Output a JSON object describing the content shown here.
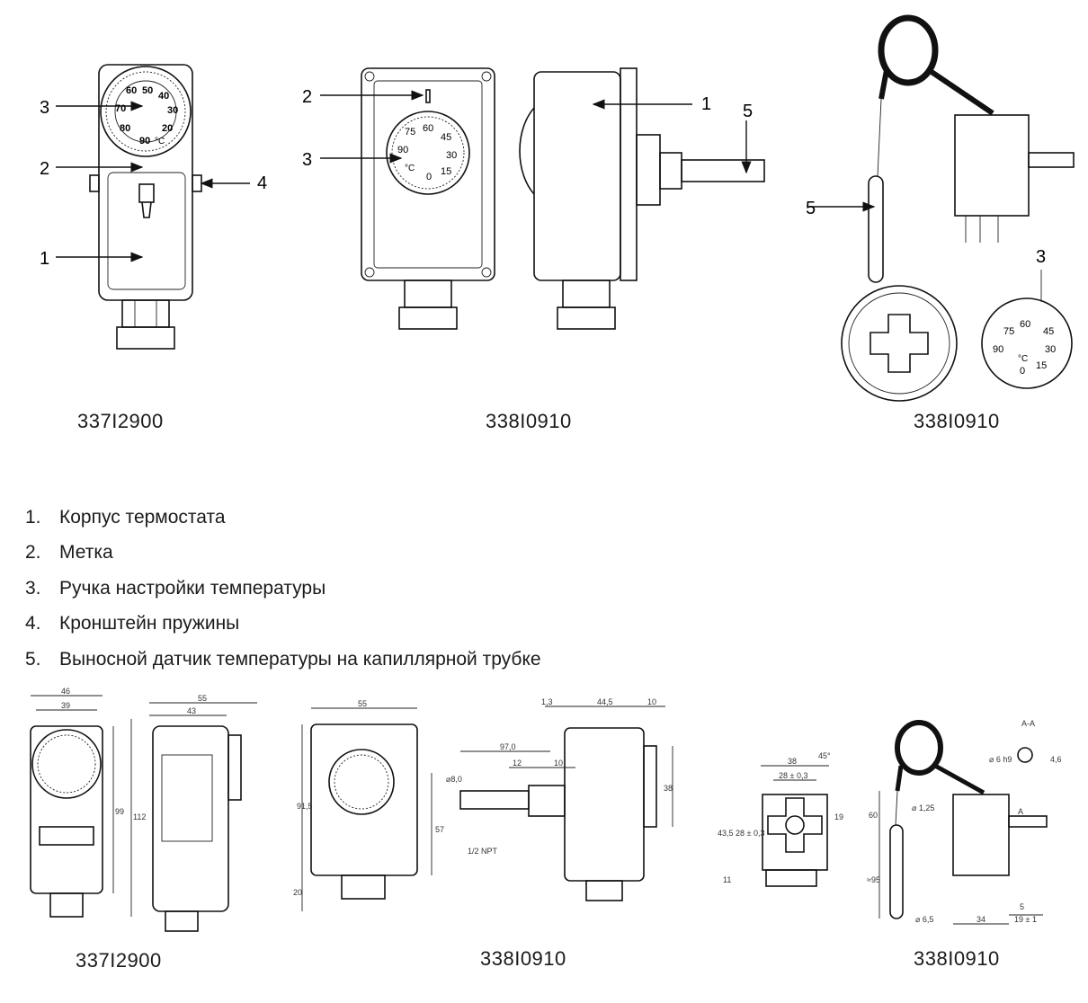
{
  "captions": {
    "top_left": "337I2900",
    "top_center": "338I0910",
    "top_right": "338I0910",
    "bottom_left": "337I2900",
    "bottom_center": "338I0910",
    "bottom_right": "338I0910"
  },
  "legend": [
    {
      "num": "1.",
      "label": "Корпус термостата"
    },
    {
      "num": "2.",
      "label": "Метка"
    },
    {
      "num": "3.",
      "label": "Ручка настройки температуры"
    },
    {
      "num": "4.",
      "label": "Кронштейн пружины"
    },
    {
      "num": "5.",
      "label": "Выносной датчик температуры на капиллярной трубке"
    }
  ],
  "callouts": {
    "one": "1",
    "two": "2",
    "three": "3",
    "four": "4",
    "five": "5"
  },
  "dial_labels": {
    "t90": "90",
    "t75": "75",
    "t60": "60",
    "t45": "45",
    "t30": "30",
    "t15": "15",
    "t0": "0",
    "t20": "20",
    "t40": "40",
    "t50": "50",
    "t70": "70",
    "t80": "80",
    "unit": "°C"
  },
  "dims": {
    "d46": "46",
    "d39": "39",
    "d55": "55",
    "d43": "43",
    "d99": "99",
    "d112": "112",
    "d55b": "55",
    "d91_5": "91,5",
    "d57": "57",
    "d20": "20",
    "d1_3": "1,3",
    "d44_5": "44,5",
    "d10": "10",
    "d97": "97,0",
    "d12": "12",
    "d10b": "10",
    "dphi8": "⌀8,0",
    "npt": "1/2 NPT",
    "d38": "38",
    "d38b": "38",
    "d28": "28 ± 0,3",
    "d45": "45°",
    "d43_5": "43,5",
    "d28v": "28 ± 0,3",
    "d19": "19",
    "d11": "11",
    "aa": "A-A",
    "d60": "60",
    "d1_25": "⌀ 1,25",
    "d95": "≈95",
    "d6_5": "⌀ 6,5",
    "d34": "34",
    "d5": "5",
    "d19_1": "19 ± 1",
    "dphi6": "⌀ 6 h9",
    "d4_6": "4,6",
    "a": "A"
  }
}
